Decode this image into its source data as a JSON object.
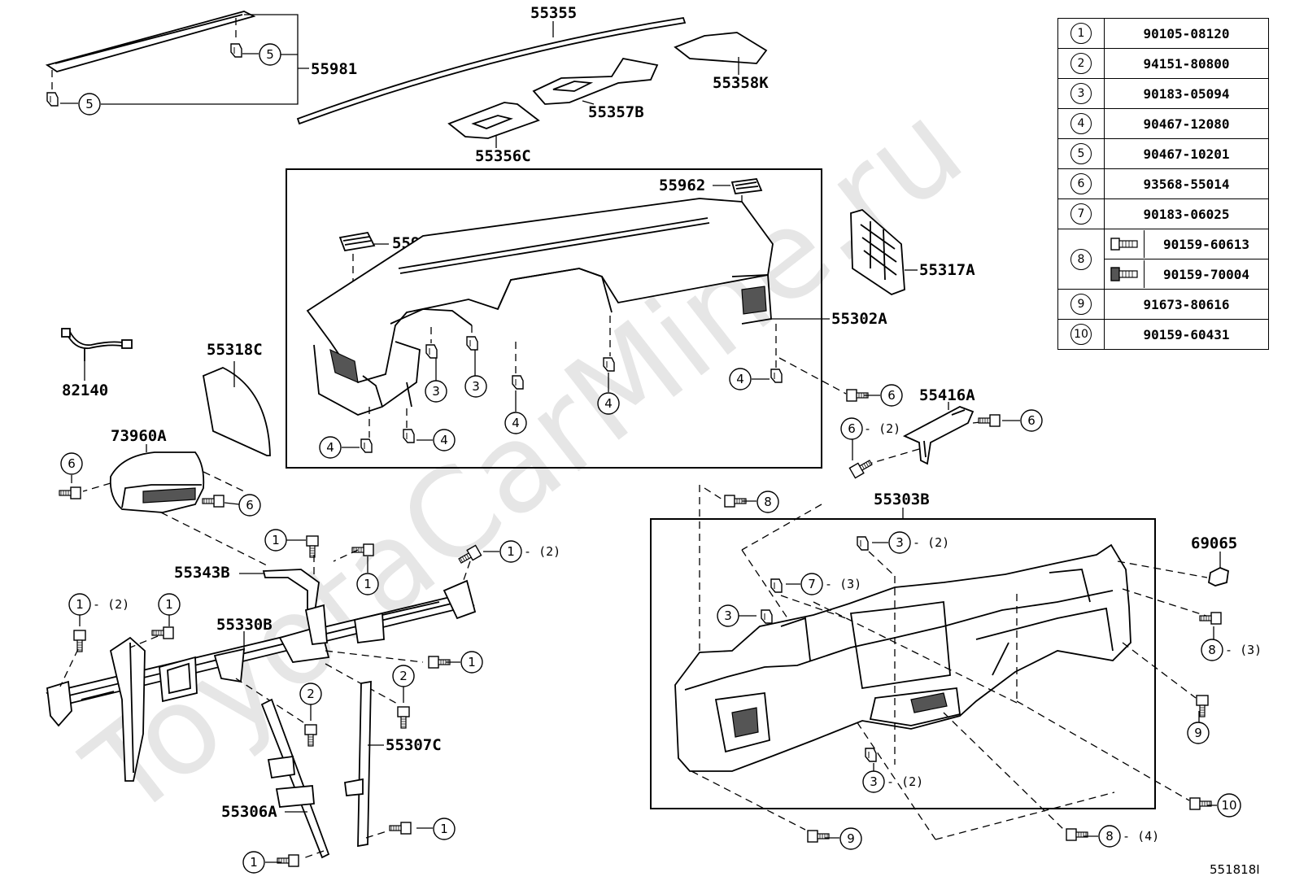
{
  "watermark": "ToyotaCarMine.ru",
  "figure_id": "551818I",
  "part_labels": {
    "p55355": "55355",
    "p55981": "55981",
    "p55358K": "55358K",
    "p55357B": "55357B",
    "p55356C": "55356C",
    "p55962": "55962",
    "p55961": "55961",
    "p55317A": "55317A",
    "p55302A": "55302A",
    "p82140": "82140",
    "p55318C": "55318C",
    "p73960A": "73960A",
    "p55416A": "55416A",
    "p55303B": "55303B",
    "p69065": "69065",
    "p55343B": "55343B",
    "p55330B": "55330B",
    "p55307C": "55307C",
    "p55306A": "55306A"
  },
  "qty": {
    "q2": "(2)",
    "q3": "(3)",
    "q4": "(4)"
  },
  "legend": [
    {
      "ref": "1",
      "part": "90105-08120"
    },
    {
      "ref": "2",
      "part": "94151-80800"
    },
    {
      "ref": "3",
      "part": "90183-05094"
    },
    {
      "ref": "4",
      "part": "90467-12080"
    },
    {
      "ref": "5",
      "part": "90467-10201"
    },
    {
      "ref": "6",
      "part": "93568-55014"
    },
    {
      "ref": "7",
      "part": "90183-06025"
    },
    {
      "ref": "8",
      "part": [
        "90159-60613",
        "90159-70004"
      ]
    },
    {
      "ref": "9",
      "part": "91673-80616"
    },
    {
      "ref": "10",
      "part": "90159-60431"
    }
  ]
}
